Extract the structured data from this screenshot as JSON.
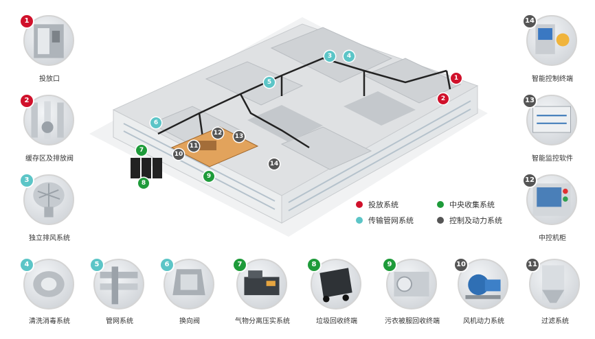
{
  "colors": {
    "red": "#d0112b",
    "teal": "#5cc5c7",
    "green": "#1e9b3a",
    "gray": "#555555"
  },
  "legend": [
    {
      "label": "投放系统",
      "color": "#d0112b"
    },
    {
      "label": "中央收集系统",
      "color": "#1e9b3a"
    },
    {
      "label": "传输管网系统",
      "color": "#5cc5c7"
    },
    {
      "label": "控制及动力系统",
      "color": "#555555"
    }
  ],
  "components": [
    {
      "num": "1",
      "label": "投放口",
      "color": "#d0112b",
      "icon": "drop-in-door-icon"
    },
    {
      "num": "2",
      "label": "缓存区及排放阀",
      "color": "#d0112b",
      "icon": "buffer-valve-icon"
    },
    {
      "num": "3",
      "label": "独立排风系统",
      "color": "#5cc5c7",
      "icon": "roof-ventilator-icon"
    },
    {
      "num": "4",
      "label": "清洗消毒系统",
      "color": "#5cc5c7",
      "icon": "cleaning-disinfection-icon"
    },
    {
      "num": "5",
      "label": "管网系统",
      "color": "#5cc5c7",
      "icon": "pipe-network-icon"
    },
    {
      "num": "6",
      "label": "换向阀",
      "color": "#5cc5c7",
      "icon": "diverter-valve-icon"
    },
    {
      "num": "7",
      "label": "气物分离压实系统",
      "color": "#1e9b3a",
      "icon": "separation-compactor-icon"
    },
    {
      "num": "8",
      "label": "垃圾回收终端",
      "color": "#1e9b3a",
      "icon": "waste-container-icon"
    },
    {
      "num": "9",
      "label": "污衣被服回收终端",
      "color": "#1e9b3a",
      "icon": "linen-collection-icon"
    },
    {
      "num": "10",
      "label": "风机动力系统",
      "color": "#555555",
      "icon": "blower-fan-icon"
    },
    {
      "num": "11",
      "label": "过滤系统",
      "color": "#555555",
      "icon": "filter-icon"
    },
    {
      "num": "12",
      "label": "中控机柜",
      "color": "#555555",
      "icon": "control-cabinet-icon"
    },
    {
      "num": "13",
      "label": "智能监控软件",
      "color": "#555555",
      "icon": "monitoring-software-icon"
    },
    {
      "num": "14",
      "label": "智能控制终端",
      "color": "#555555",
      "icon": "control-terminal-icon"
    }
  ],
  "markers": [
    {
      "num": "1",
      "color": "#d0112b"
    },
    {
      "num": "2",
      "color": "#d0112b"
    },
    {
      "num": "3",
      "color": "#5cc5c7"
    },
    {
      "num": "4",
      "color": "#5cc5c7"
    },
    {
      "num": "5",
      "color": "#5cc5c7"
    },
    {
      "num": "6",
      "color": "#5cc5c7"
    },
    {
      "num": "7",
      "color": "#1e9b3a"
    },
    {
      "num": "8",
      "color": "#1e9b3a"
    },
    {
      "num": "9",
      "color": "#1e9b3a"
    },
    {
      "num": "10",
      "color": "#555555"
    },
    {
      "num": "11",
      "color": "#555555"
    },
    {
      "num": "12",
      "color": "#555555"
    },
    {
      "num": "13",
      "color": "#555555"
    },
    {
      "num": "14",
      "color": "#555555"
    }
  ]
}
